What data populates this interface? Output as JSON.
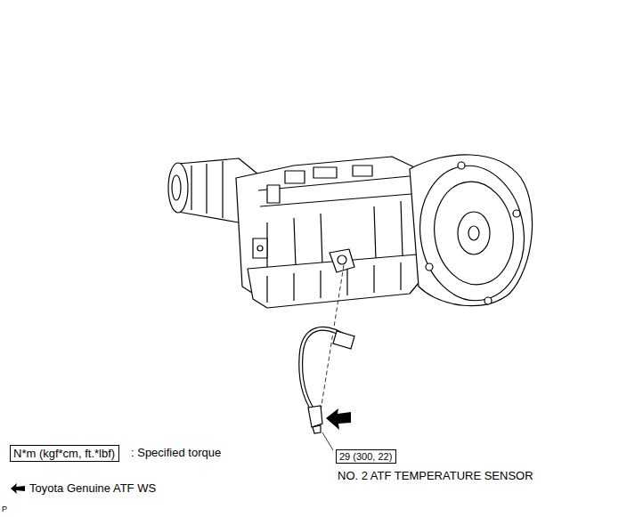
{
  "diagram": {
    "nodes": [
      {
        "text": [
          "29 (300, 22)"
        ]
      },
      {
        "text": [
          "N*m (kgf*cm, ft.*lbf)"
        ]
      }
    ],
    "labels": [
      "NO. 2 ATF TEMPERATURE SENSOR",
      ": Specified torque",
      "P"
    ],
    "legend": [
      {
        "text": "Toyota Genuine ATF WS"
      }
    ]
  }
}
